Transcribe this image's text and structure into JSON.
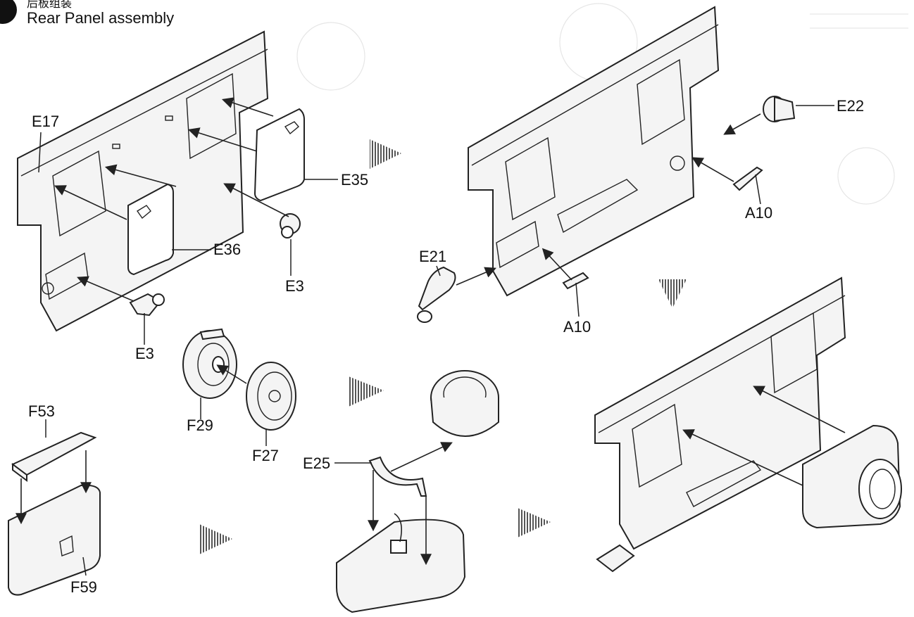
{
  "title": {
    "chinese": "后板组装",
    "english": "Rear Panel assembly"
  },
  "step_marker": "",
  "part_labels": {
    "e17": "E17",
    "e35": "E35",
    "e36": "E36",
    "e3_right": "E3",
    "e3_left": "E3",
    "e22": "E22",
    "a10_top": "A10",
    "e21": "E21",
    "a10_bottom": "A10",
    "f29": "F29",
    "f27": "F27",
    "f53": "F53",
    "f59": "F59",
    "e25": "E25"
  },
  "colors": {
    "line": "#222222",
    "part_fill": "#f4f4f4",
    "flow_arrow": "#666666"
  },
  "icons": {
    "flow_arrow": "hatched-triangle-arrow",
    "assembly_arrow": "line-arrow"
  }
}
